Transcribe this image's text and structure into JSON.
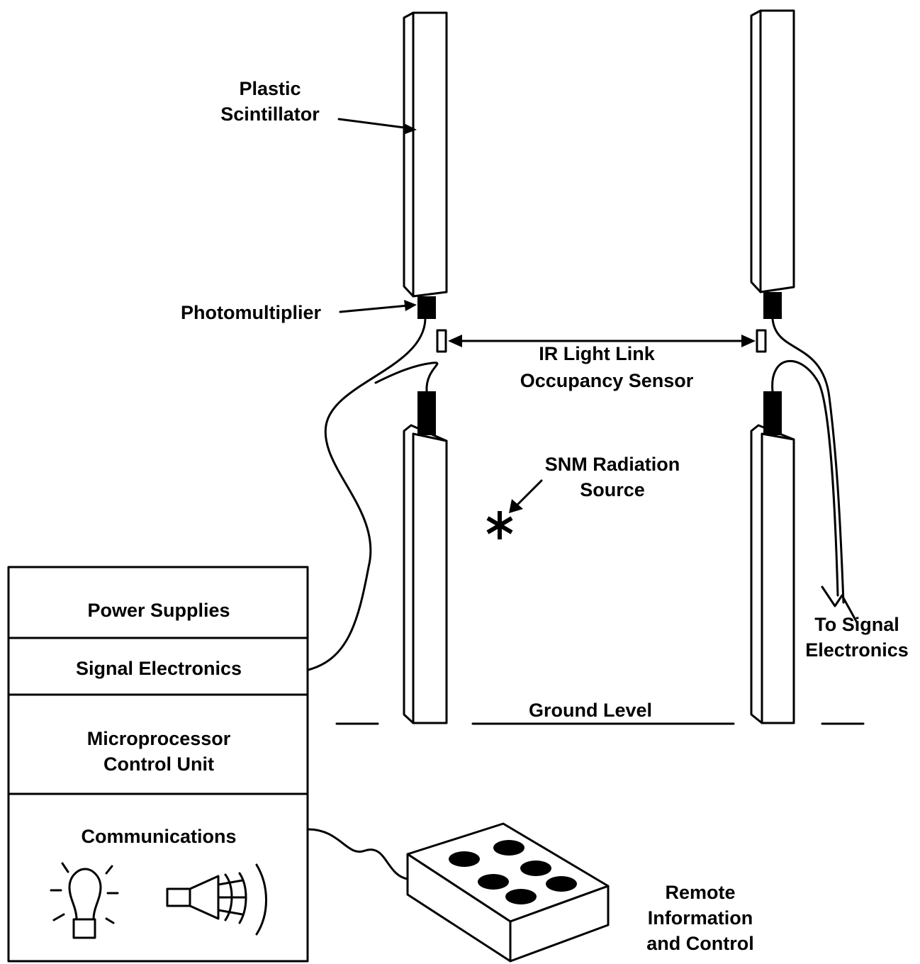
{
  "labels": {
    "plastic": "Plastic",
    "scintillator": "Scintillator",
    "photomultiplier": "Photomultiplier",
    "ir_line1": "IR Light Link",
    "ir_line2": "Occupancy Sensor",
    "snm_line1": "SNM Radiation",
    "snm_line2": "Source",
    "to_signal": "To Signal",
    "electronics": "Electronics",
    "ground_level": "Ground Level",
    "remote_line1": "Remote",
    "remote_line2": "Information",
    "remote_line3": "and Control"
  },
  "control_box": {
    "power_supplies": "Power Supplies",
    "signal_electronics": "Signal Electronics",
    "microprocessor_line1": "Microprocessor",
    "microprocessor_line2": "Control Unit",
    "communications": "Communications"
  },
  "icons": [
    "light-bulb-icon",
    "horn-speaker-icon",
    "radiation-source-asterisk-icon"
  ]
}
